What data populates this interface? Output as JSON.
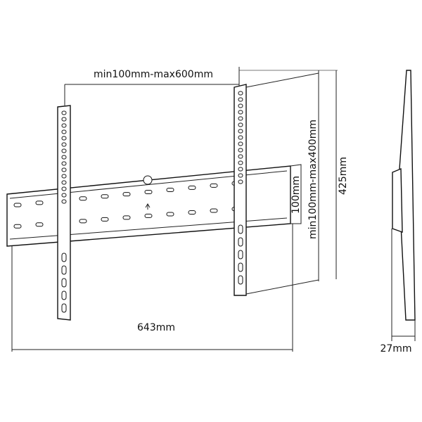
{
  "dimensions": {
    "horizontal_vesa": "min100mm-max600mm",
    "vertical_vesa": "min100mm-max400mm",
    "rail_spacing": "100mm",
    "height": "425mm",
    "width": "643mm",
    "depth": "27mm"
  }
}
